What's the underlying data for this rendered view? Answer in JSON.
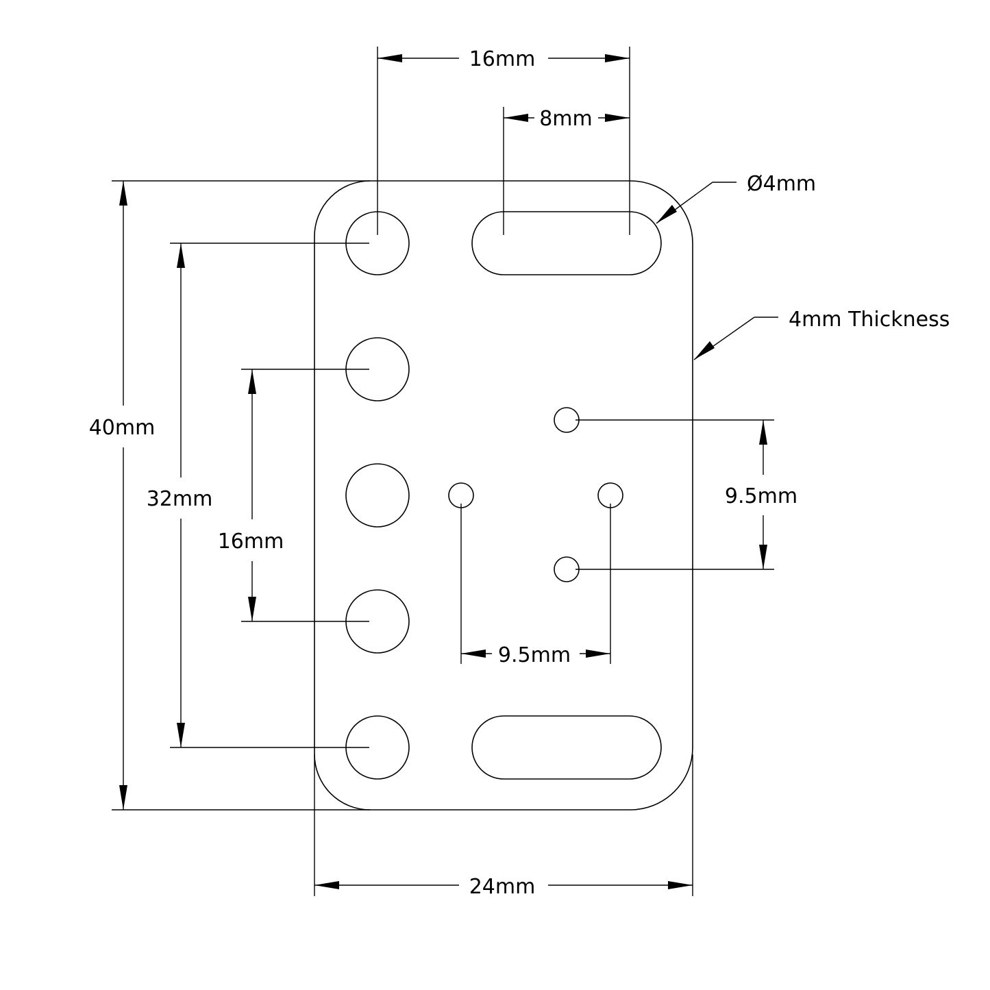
{
  "title": "24mm x 40mm mounting plate drawing",
  "colors": {
    "line": "#000000",
    "background": "#ffffff"
  },
  "dimensions": {
    "top_spacing": "16mm",
    "slot_length": "8mm",
    "hole_diameter": "Ø4mm",
    "thickness": "4mm Thickness",
    "overall_height": "40mm",
    "outer_hole_spacing": "32mm",
    "inner_hole_spacing": "16mm",
    "pattern_vertical": "9.5mm",
    "pattern_horizontal": "9.5mm",
    "overall_width": "24mm"
  },
  "features": {
    "large_holes": 5,
    "slots": 2,
    "small_holes": 4
  }
}
